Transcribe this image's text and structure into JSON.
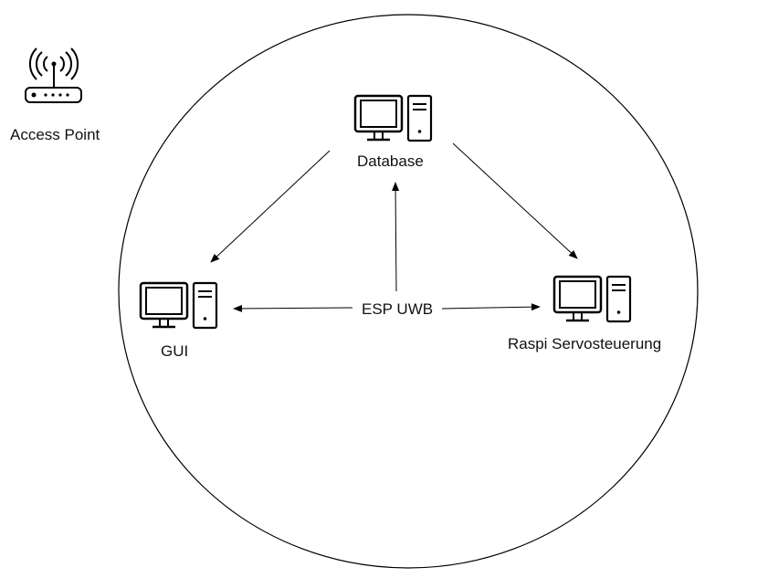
{
  "nodes": {
    "access_point": {
      "label": "Access Point",
      "icon": "wifi-router-icon"
    },
    "database": {
      "label": "Database",
      "icon": "desktop-computer-icon"
    },
    "gui": {
      "label": "GUI",
      "icon": "desktop-computer-icon"
    },
    "raspi": {
      "label": "Raspi Servosteuerung",
      "icon": "desktop-computer-icon"
    },
    "esp": {
      "label": "ESP UWB"
    }
  },
  "edges": [
    {
      "from": "database",
      "to": "gui"
    },
    {
      "from": "database",
      "to": "raspi"
    },
    {
      "from": "esp",
      "to": "database"
    },
    {
      "from": "esp",
      "to": "gui"
    },
    {
      "from": "esp",
      "to": "raspi"
    }
  ],
  "colors": {
    "stroke": "#000000",
    "background": "#ffffff"
  }
}
